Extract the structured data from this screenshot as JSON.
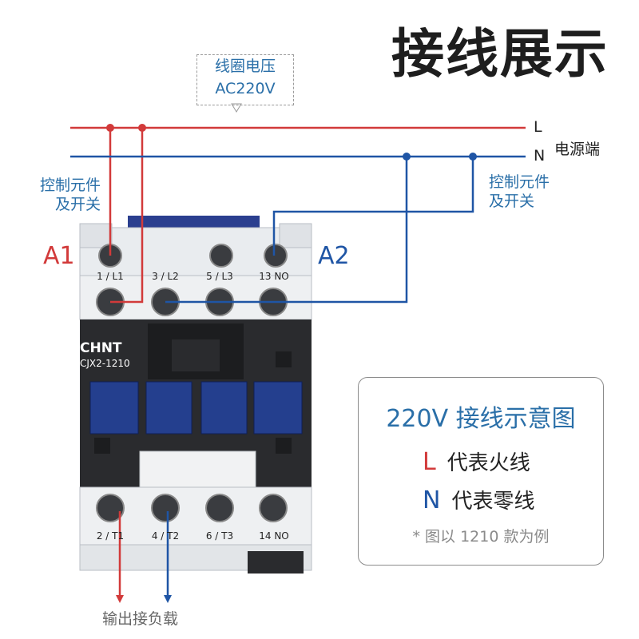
{
  "title": "接线展示",
  "coil_voltage": {
    "line1": "线圈电压",
    "line2": "AC220V"
  },
  "lines": {
    "L": "L",
    "N": "N",
    "source_label": "电源端"
  },
  "control_left": {
    "line1": "控制元件",
    "line2": "及开关"
  },
  "control_right": {
    "line1": "控制元件",
    "line2": "及开关"
  },
  "coil_terminals": {
    "A1": "A1",
    "A2": "A2"
  },
  "top_terminals": [
    "1 / L1",
    "3 / L2",
    "5 / L3",
    "13 NO"
  ],
  "bottom_terminals": [
    "2 / T1",
    "4 / T2",
    "6 / T3",
    "14 NO"
  ],
  "device": {
    "brand": "CHNT",
    "model": "CJX2-1210"
  },
  "output_label": "输出接负载",
  "panel": {
    "title": "220V 接线示意图",
    "L_letter": "L",
    "L_desc": "代表火线",
    "N_letter": "N",
    "N_desc": "代表零线",
    "note": "* 图以 1210 款为例"
  },
  "colors": {
    "live": "#d23a3a",
    "neutral": "#1f55a5",
    "label_blue": "#2a6fa8"
  }
}
